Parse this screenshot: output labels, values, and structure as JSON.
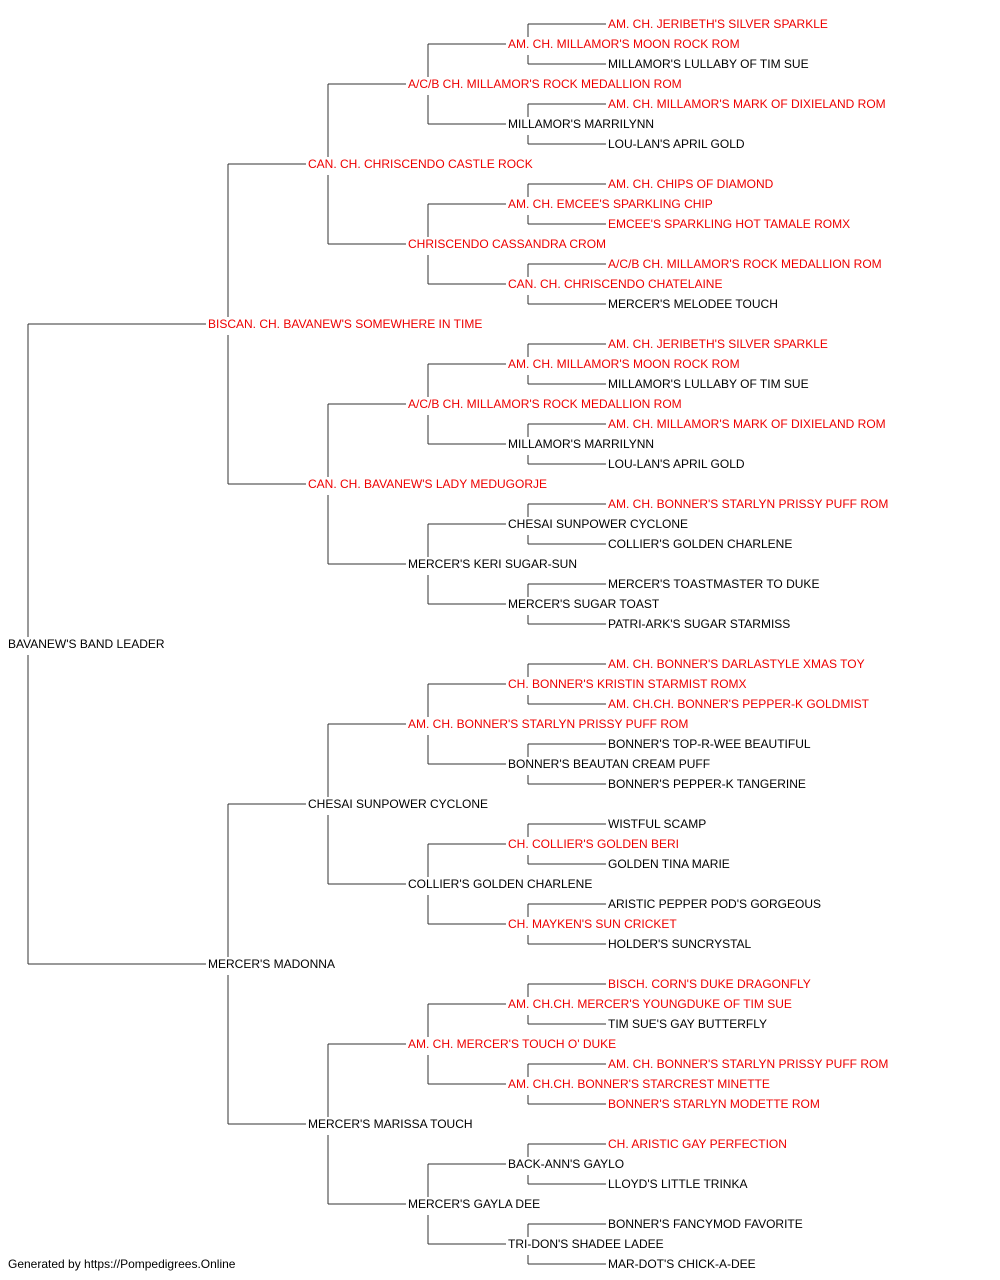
{
  "colors": {
    "champion": "#ee0000",
    "normal": "#000000",
    "line": "#333333"
  },
  "pedigree": {
    "name": "BAVANEW'S BAND LEADER",
    "champion": false,
    "sire": {
      "name": "BISCAN. CH. BAVANEW'S SOMEWHERE IN TIME",
      "champion": true,
      "sire": {
        "name": "CAN. CH. CHRISCENDO CASTLE ROCK",
        "champion": true,
        "sire": {
          "name": "A/C/B CH. MILLAMOR'S ROCK MEDALLION ROM",
          "champion": true,
          "sire": {
            "name": "AM. CH. MILLAMOR'S MOON ROCK ROM",
            "champion": true,
            "sire": {
              "name": "AM. CH. JERIBETH'S SILVER SPARKLE",
              "champion": true
            },
            "dam": {
              "name": "MILLAMOR'S LULLABY OF TIM SUE",
              "champion": false
            }
          },
          "dam": {
            "name": "MILLAMOR'S MARRILYNN",
            "champion": false,
            "sire": {
              "name": "AM. CH. MILLAMOR'S MARK OF DIXIELAND ROM",
              "champion": true
            },
            "dam": {
              "name": "LOU-LAN'S APRIL GOLD",
              "champion": false
            }
          }
        },
        "dam": {
          "name": "CHRISCENDO CASSANDRA CROM",
          "champion": true,
          "sire": {
            "name": "AM. CH. EMCEE'S SPARKLING CHIP",
            "champion": true,
            "sire": {
              "name": "AM. CH. CHIPS OF DIAMOND",
              "champion": true
            },
            "dam": {
              "name": "EMCEE'S SPARKLING HOT TAMALE ROMX",
              "champion": true
            }
          },
          "dam": {
            "name": "CAN. CH. CHRISCENDO CHATELAINE",
            "champion": true,
            "sire": {
              "name": "A/C/B CH. MILLAMOR'S ROCK MEDALLION ROM",
              "champion": true
            },
            "dam": {
              "name": "MERCER'S MELODEE TOUCH",
              "champion": false
            }
          }
        }
      },
      "dam": {
        "name": "CAN. CH. BAVANEW'S LADY MEDUGORJE",
        "champion": true,
        "sire": {
          "name": "A/C/B CH. MILLAMOR'S ROCK MEDALLION ROM",
          "champion": true,
          "sire": {
            "name": "AM. CH. MILLAMOR'S MOON ROCK ROM",
            "champion": true,
            "sire": {
              "name": "AM. CH. JERIBETH'S SILVER SPARKLE",
              "champion": true
            },
            "dam": {
              "name": "MILLAMOR'S LULLABY OF TIM SUE",
              "champion": false
            }
          },
          "dam": {
            "name": "MILLAMOR'S MARRILYNN",
            "champion": false,
            "sire": {
              "name": "AM. CH. MILLAMOR'S MARK OF DIXIELAND ROM",
              "champion": true
            },
            "dam": {
              "name": "LOU-LAN'S APRIL GOLD",
              "champion": false
            }
          }
        },
        "dam": {
          "name": "MERCER'S KERI SUGAR-SUN",
          "champion": false,
          "sire": {
            "name": "CHESAI SUNPOWER CYCLONE",
            "champion": false,
            "sire": {
              "name": "AM. CH. BONNER'S STARLYN PRISSY PUFF ROM",
              "champion": true
            },
            "dam": {
              "name": "COLLIER'S GOLDEN CHARLENE",
              "champion": false
            }
          },
          "dam": {
            "name": "MERCER'S SUGAR TOAST",
            "champion": false,
            "sire": {
              "name": "MERCER'S TOASTMASTER TO DUKE",
              "champion": false
            },
            "dam": {
              "name": "PATRI-ARK'S SUGAR STARMISS",
              "champion": false
            }
          }
        }
      }
    },
    "dam": {
      "name": "MERCER'S MADONNA",
      "champion": false,
      "sire": {
        "name": "CHESAI SUNPOWER CYCLONE",
        "champion": false,
        "sire": {
          "name": "AM. CH. BONNER'S STARLYN PRISSY PUFF ROM",
          "champion": true,
          "sire": {
            "name": "CH. BONNER'S KRISTIN STARMIST ROMX",
            "champion": true,
            "sire": {
              "name": "AM. CH. BONNER'S DARLASTYLE XMAS TOY",
              "champion": true
            },
            "dam": {
              "name": "AM. CH.CH. BONNER'S PEPPER-K GOLDMIST",
              "champion": true
            }
          },
          "dam": {
            "name": "BONNER'S BEAUTAN CREAM PUFF",
            "champion": false,
            "sire": {
              "name": "BONNER'S TOP-R-WEE BEAUTIFUL",
              "champion": false
            },
            "dam": {
              "name": "BONNER'S PEPPER-K TANGERINE",
              "champion": false
            }
          }
        },
        "dam": {
          "name": "COLLIER'S GOLDEN CHARLENE",
          "champion": false,
          "sire": {
            "name": "CH. COLLIER'S GOLDEN BERI",
            "champion": true,
            "sire": {
              "name": "WISTFUL SCAMP",
              "champion": false
            },
            "dam": {
              "name": "GOLDEN TINA MARIE",
              "champion": false
            }
          },
          "dam": {
            "name": "CH. MAYKEN'S SUN CRICKET",
            "champion": true,
            "sire": {
              "name": "ARISTIC PEPPER POD'S GORGEOUS",
              "champion": false
            },
            "dam": {
              "name": "HOLDER'S SUNCRYSTAL",
              "champion": false
            }
          }
        }
      },
      "dam": {
        "name": "MERCER'S MARISSA TOUCH",
        "champion": false,
        "sire": {
          "name": "AM. CH. MERCER'S TOUCH O' DUKE",
          "champion": true,
          "sire": {
            "name": "AM. CH.CH. MERCER'S YOUNGDUKE OF TIM SUE",
            "champion": true,
            "sire": {
              "name": "BISCH. CORN'S DUKE DRAGONFLY",
              "champion": true
            },
            "dam": {
              "name": "TIM SUE'S GAY BUTTERFLY",
              "champion": false
            }
          },
          "dam": {
            "name": "AM. CH.CH. BONNER'S STARCREST MINETTE",
            "champion": true,
            "sire": {
              "name": "AM. CH. BONNER'S STARLYN PRISSY PUFF ROM",
              "champion": true
            },
            "dam": {
              "name": "BONNER'S STARLYN MODETTE ROM",
              "champion": true
            }
          }
        },
        "dam": {
          "name": "MERCER'S GAYLA DEE",
          "champion": false,
          "sire": {
            "name": "BACK-ANN'S GAYLO",
            "champion": false,
            "sire": {
              "name": "CH. ARISTIC GAY PERFECTION",
              "champion": true
            },
            "dam": {
              "name": "LLOYD'S LITTLE TRINKA",
              "champion": false
            }
          },
          "dam": {
            "name": "TRI-DON'S SHADEE LADEE",
            "champion": false,
            "sire": {
              "name": "BONNER'S FANCYMOD FAVORITE",
              "champion": false
            },
            "dam": {
              "name": "MAR-DOT'S CHICK-A-DEE",
              "champion": false
            }
          }
        }
      }
    }
  },
  "footer": {
    "text": "Generated by https://Pompedigrees.Online"
  }
}
